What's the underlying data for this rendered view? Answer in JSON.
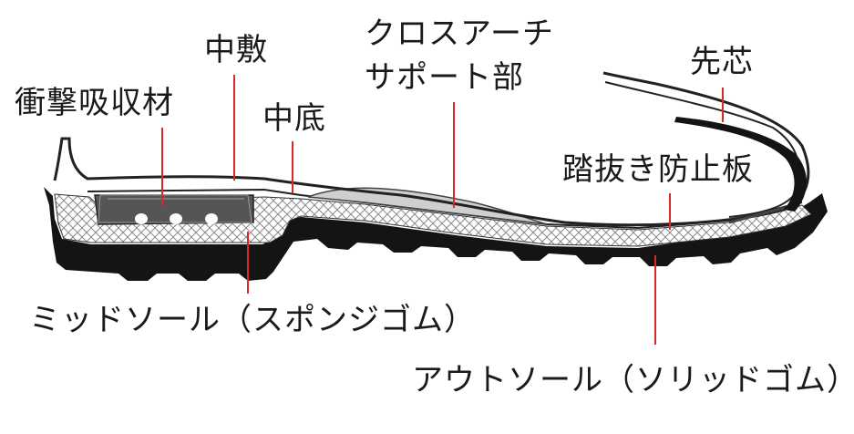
{
  "labels": {
    "chuushiki": "中敷",
    "shougeki": "衝撃吸収材",
    "chuutei": "中底",
    "cross_line1": "クロスアーチ",
    "cross_line2": "サポート部",
    "sakishin": "先芯",
    "fuminuki": "踏抜き防止板",
    "midsole": "ミッドソール（スポンジゴム）",
    "outsole": "アウトソール（ソリッドゴム）"
  },
  "colors": {
    "leader": "#d42a2a",
    "outsole": "#141414",
    "upper_line": "#222222",
    "insole_fill": "#ffffff",
    "hatch_line": "#8a8a8a",
    "arch_fill": "#cfcfcf",
    "shock_fill": "#555555"
  }
}
